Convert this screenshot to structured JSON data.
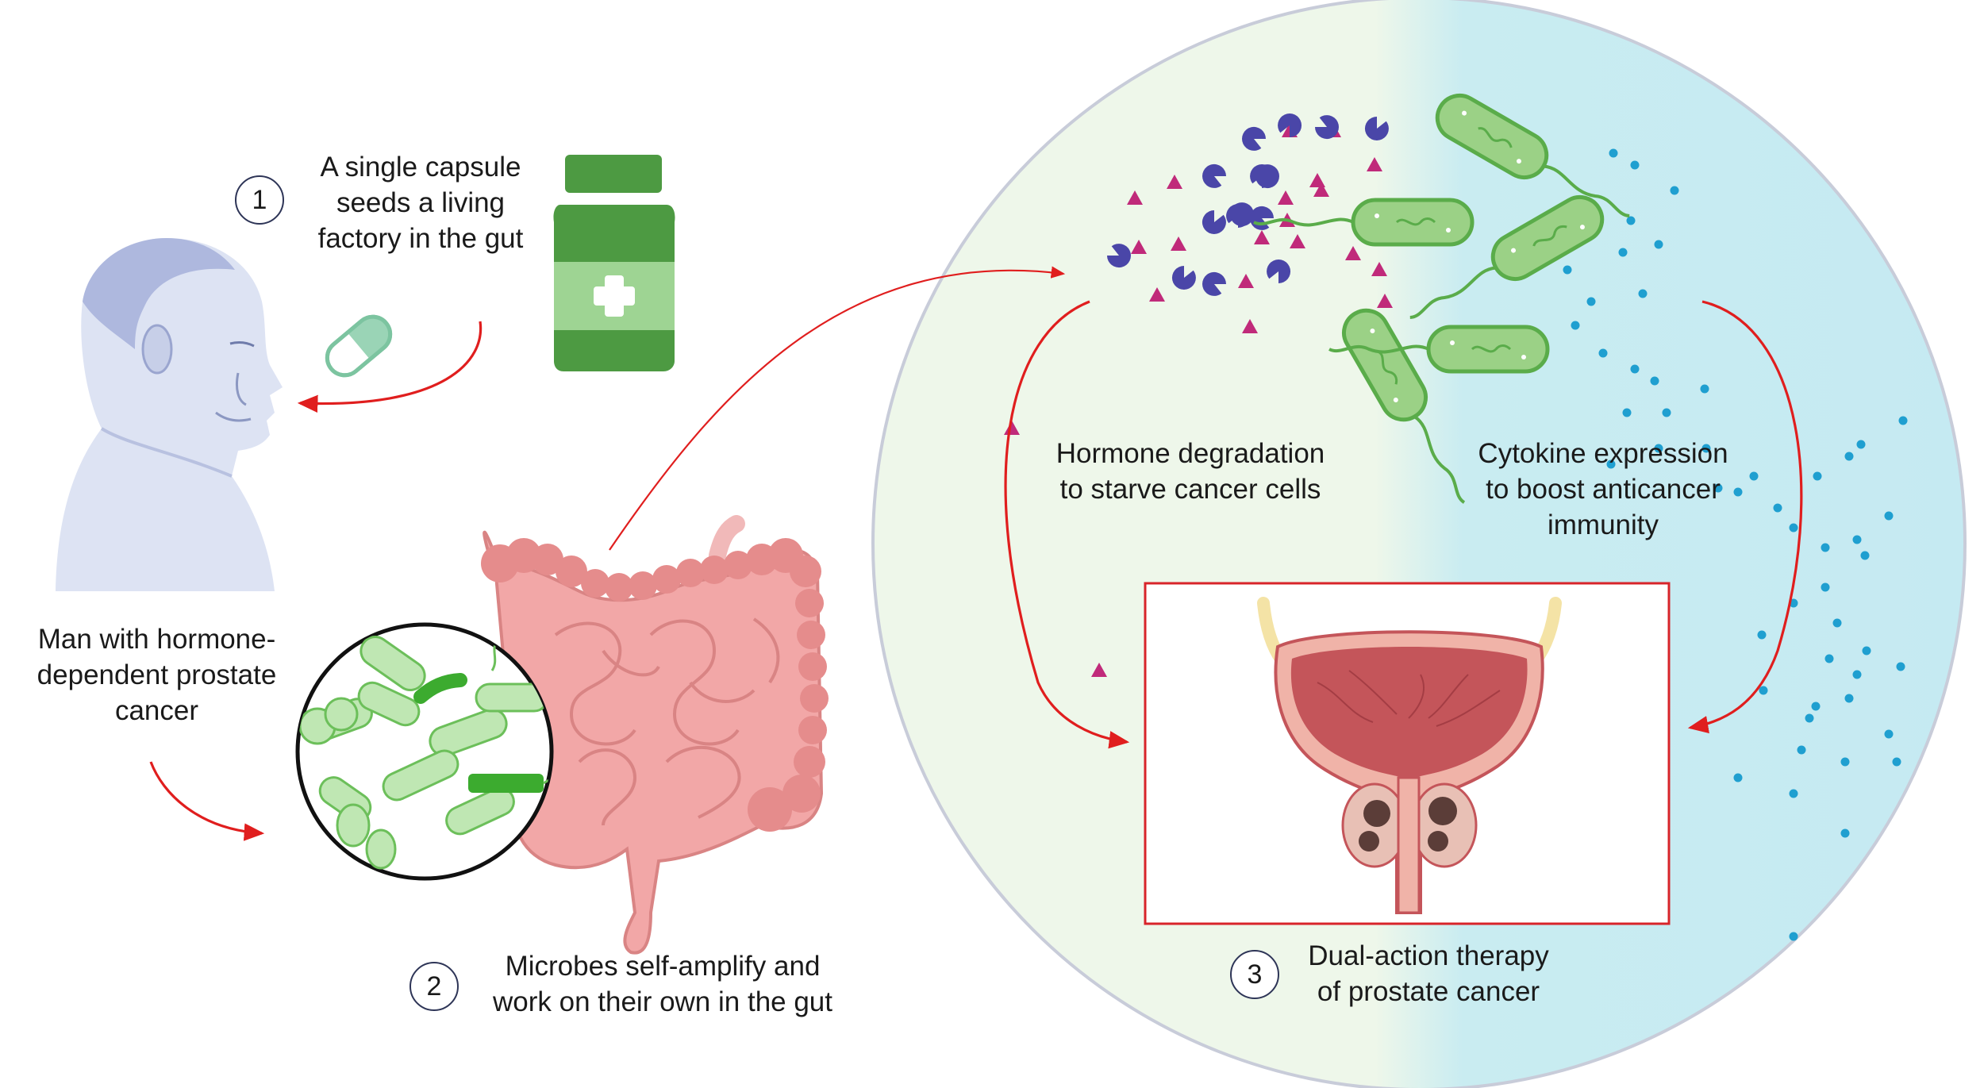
{
  "steps": [
    {
      "number": "1",
      "lines": [
        "A single capsule",
        "seeds a living",
        "factory in the gut"
      ]
    },
    {
      "number": "2",
      "lines": [
        "Microbes self-amplify and",
        "work on their own in the gut"
      ]
    },
    {
      "number": "3",
      "lines": [
        "Dual-action therapy",
        "of prostate cancer"
      ]
    }
  ],
  "patient": {
    "lines": [
      "Man with hormone-",
      "dependent prostate",
      "cancer"
    ]
  },
  "mechanisms": {
    "hormone": {
      "lines": [
        "Hormone degradation",
        "to starve cancer cells"
      ]
    },
    "cytokine": {
      "lines": [
        "Cytokine expression",
        "to boost anticancer",
        "immunity"
      ]
    }
  },
  "colors": {
    "arrow": "#e01e1e",
    "bacteria": "#5aac4a",
    "bottle": "#4d9a42",
    "cytokine": "#1f9fd0",
    "hormone": "#c02a7a",
    "enzyme": "#4a46a8",
    "focus_box": "#d8242a",
    "tissue": "#c4555a",
    "intestine": "#f2a7a7",
    "head": "#aeb8de"
  },
  "icons": [
    "head-icon",
    "capsule-icon",
    "medicine-bottle-icon",
    "intestine-icon",
    "microbe-magnifier-icon",
    "bacteria-icon",
    "enzyme-icon",
    "hormone-icon",
    "cytokine-icon",
    "prostate-icon"
  ]
}
